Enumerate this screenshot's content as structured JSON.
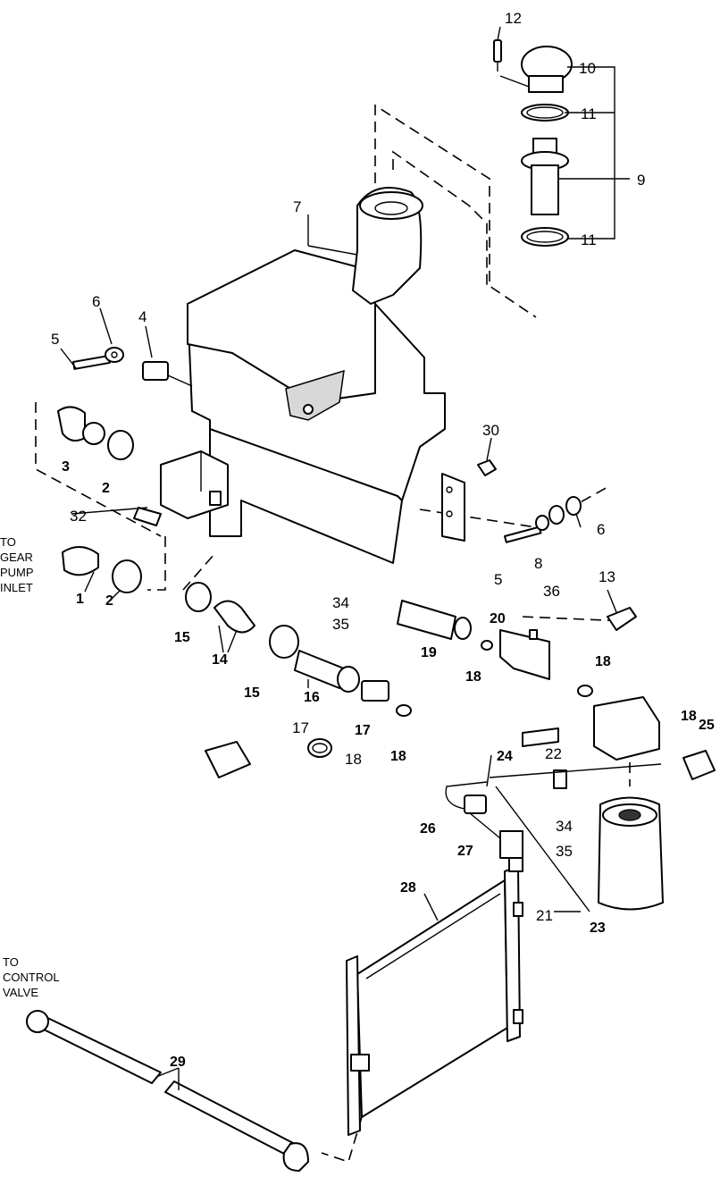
{
  "notes": {
    "gear_pump": [
      "TO",
      "GEAR",
      "PUMP",
      "INLET"
    ],
    "control_valve": [
      "TO",
      "CONTROL",
      "VALVE"
    ]
  },
  "labels": {
    "n1": "1",
    "n2a": "2",
    "n2b": "2",
    "n3": "3",
    "n4": "4",
    "n5a": "5",
    "n5b": "5",
    "n6a": "6",
    "n6b": "6",
    "n7": "7",
    "n8": "8",
    "n9": "9",
    "n10": "10",
    "n11a": "11",
    "n11b": "11",
    "n12": "12",
    "n13": "13",
    "n14": "14",
    "n15a": "15",
    "n15b": "15",
    "n16": "16",
    "n17a": "17",
    "n17b": "17",
    "n18a": "18",
    "n18b": "18",
    "n18c": "18",
    "n18d": "18",
    "n18e": "18",
    "n19": "19",
    "n20": "20",
    "n21": "21",
    "n22": "22",
    "n23": "23",
    "n24": "24",
    "n25": "25",
    "n26": "26",
    "n27": "27",
    "n28": "28",
    "n29": "29",
    "n30": "30",
    "n32": "32",
    "n34a": "34",
    "n35a": "35",
    "n34b": "34",
    "n35b": "35",
    "n36": "36"
  }
}
